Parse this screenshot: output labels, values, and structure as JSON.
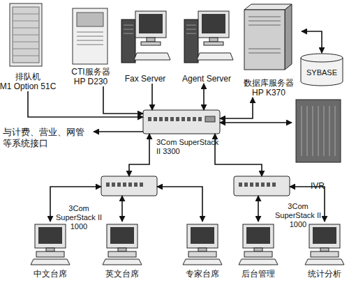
{
  "diagram": {
    "nodes": [
      {
        "text": [
          "排队机",
          "M1 Option 51C"
        ]
      },
      {
        "text": [
          "CTI服务器",
          "HP D230"
        ]
      },
      {
        "text": [
          "Fax Server"
        ]
      },
      {
        "text": [
          "Agent Server"
        ]
      },
      {
        "text": [
          "数据库服务器",
          "HP K370"
        ]
      },
      {
        "text": [
          "SYBASE"
        ]
      },
      {
        "text": [
          "3Com SuperStack II 3300"
        ]
      },
      {
        "text": [
          "IVR"
        ]
      },
      {
        "text": [
          "与计费、营业、网管 等系统接口"
        ]
      },
      {
        "text": [
          "3Com SuperStack II 1000"
        ]
      },
      {
        "text": [
          "3Com SuperStack II 1000"
        ]
      },
      {
        "text": [
          "中文台席"
        ]
      },
      {
        "text": [
          "英文台席"
        ]
      },
      {
        "text": [
          "专家台席"
        ]
      },
      {
        "text": [
          "后台管理"
        ]
      },
      {
        "text": [
          "统计分析"
        ]
      }
    ],
    "edges": [
      {
        "from": 0,
        "to": 6,
        "arrow": "to"
      },
      {
        "from": 1,
        "to": 6,
        "arrow": "to"
      },
      {
        "from": 2,
        "to": 6,
        "arrow": "to"
      },
      {
        "from": 3,
        "to": 6,
        "arrow": "both"
      },
      {
        "from": 4,
        "to": 6,
        "arrow": "both"
      },
      {
        "from": 4,
        "to": 5,
        "arrow": "both"
      },
      {
        "from": 6,
        "to": 7,
        "arrow": "both"
      },
      {
        "from": 6,
        "to": 8,
        "arrow": "to"
      },
      {
        "from": 6,
        "to": 9,
        "arrow": "both"
      },
      {
        "from": 6,
        "to": 10,
        "arrow": "both"
      },
      {
        "from": 9,
        "to": 11,
        "arrow": "both"
      },
      {
        "from": 9,
        "to": 12,
        "arrow": "both"
      },
      {
        "from": 9,
        "to": 13,
        "arrow": "both"
      },
      {
        "from": 10,
        "to": 14,
        "arrow": "both"
      },
      {
        "from": 10,
        "to": 15,
        "arrow": "both"
      }
    ]
  }
}
